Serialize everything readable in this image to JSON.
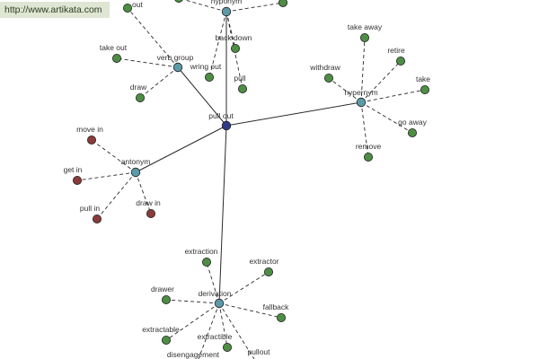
{
  "watermark": "http://www.artikata.com",
  "colors": {
    "center": "#2f3b8a",
    "relation": "#5d9aa8",
    "leaf": "#4e8e44",
    "antonym_leaf": "#8a3b3b"
  },
  "center": {
    "id": "pull-out",
    "label": "pull out"
  },
  "relations": [
    {
      "id": "hyponym-top",
      "label": "hyponym"
    },
    {
      "id": "verb-group",
      "label": "verb group"
    },
    {
      "id": "hypernym",
      "label": "hypernym"
    },
    {
      "id": "antonym",
      "label": "antonym"
    },
    {
      "id": "derivation",
      "label": "derivation"
    }
  ],
  "leaves": {
    "hyponym-top": [
      {
        "id": "back-down",
        "label": "back down"
      },
      {
        "id": "wring-out",
        "label": "wring out"
      },
      {
        "id": "pull",
        "label": "pull"
      },
      {
        "id": "hyp-a",
        "label": ""
      },
      {
        "id": "hyp-b",
        "label": ""
      }
    ],
    "verb-group": [
      {
        "id": "out",
        "label": "out"
      },
      {
        "id": "take-out",
        "label": "take out"
      },
      {
        "id": "draw",
        "label": "draw"
      }
    ],
    "hypernym": [
      {
        "id": "withdraw",
        "label": "withdraw"
      },
      {
        "id": "take-away",
        "label": "take away"
      },
      {
        "id": "retire",
        "label": "retire"
      },
      {
        "id": "take",
        "label": "take"
      },
      {
        "id": "go-away",
        "label": "go away"
      },
      {
        "id": "remove",
        "label": "remove"
      }
    ],
    "antonym": [
      {
        "id": "move-in",
        "label": "move in"
      },
      {
        "id": "get-in",
        "label": "get in"
      },
      {
        "id": "pull-in",
        "label": "pull in"
      },
      {
        "id": "draw-in",
        "label": "draw in"
      }
    ],
    "derivation": [
      {
        "id": "extraction",
        "label": "extraction"
      },
      {
        "id": "extractor",
        "label": "extractor"
      },
      {
        "id": "drawer",
        "label": "drawer"
      },
      {
        "id": "fallback",
        "label": "fallback"
      },
      {
        "id": "extractable",
        "label": "extractable"
      },
      {
        "id": "extractible",
        "label": "extractible"
      },
      {
        "id": "pullout",
        "label": "pullout"
      },
      {
        "id": "disengagement",
        "label": "disengagement"
      }
    ]
  }
}
